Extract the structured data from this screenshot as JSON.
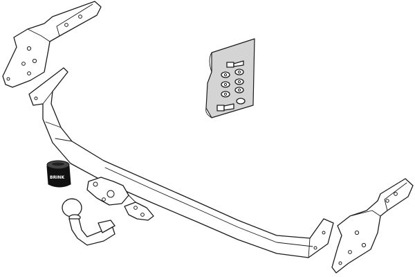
{
  "connector": {
    "brand_label": "BRINK"
  },
  "colors": {
    "line": "#1a1a1a",
    "background": "#ffffff",
    "hardware_bag": "#d4d4d4",
    "connector_body": "#111111"
  },
  "icons": [
    "left-bracket",
    "right-bracket",
    "crossbar",
    "hardware-bag",
    "electrical-socket",
    "tow-ball",
    "neck-mount"
  ]
}
